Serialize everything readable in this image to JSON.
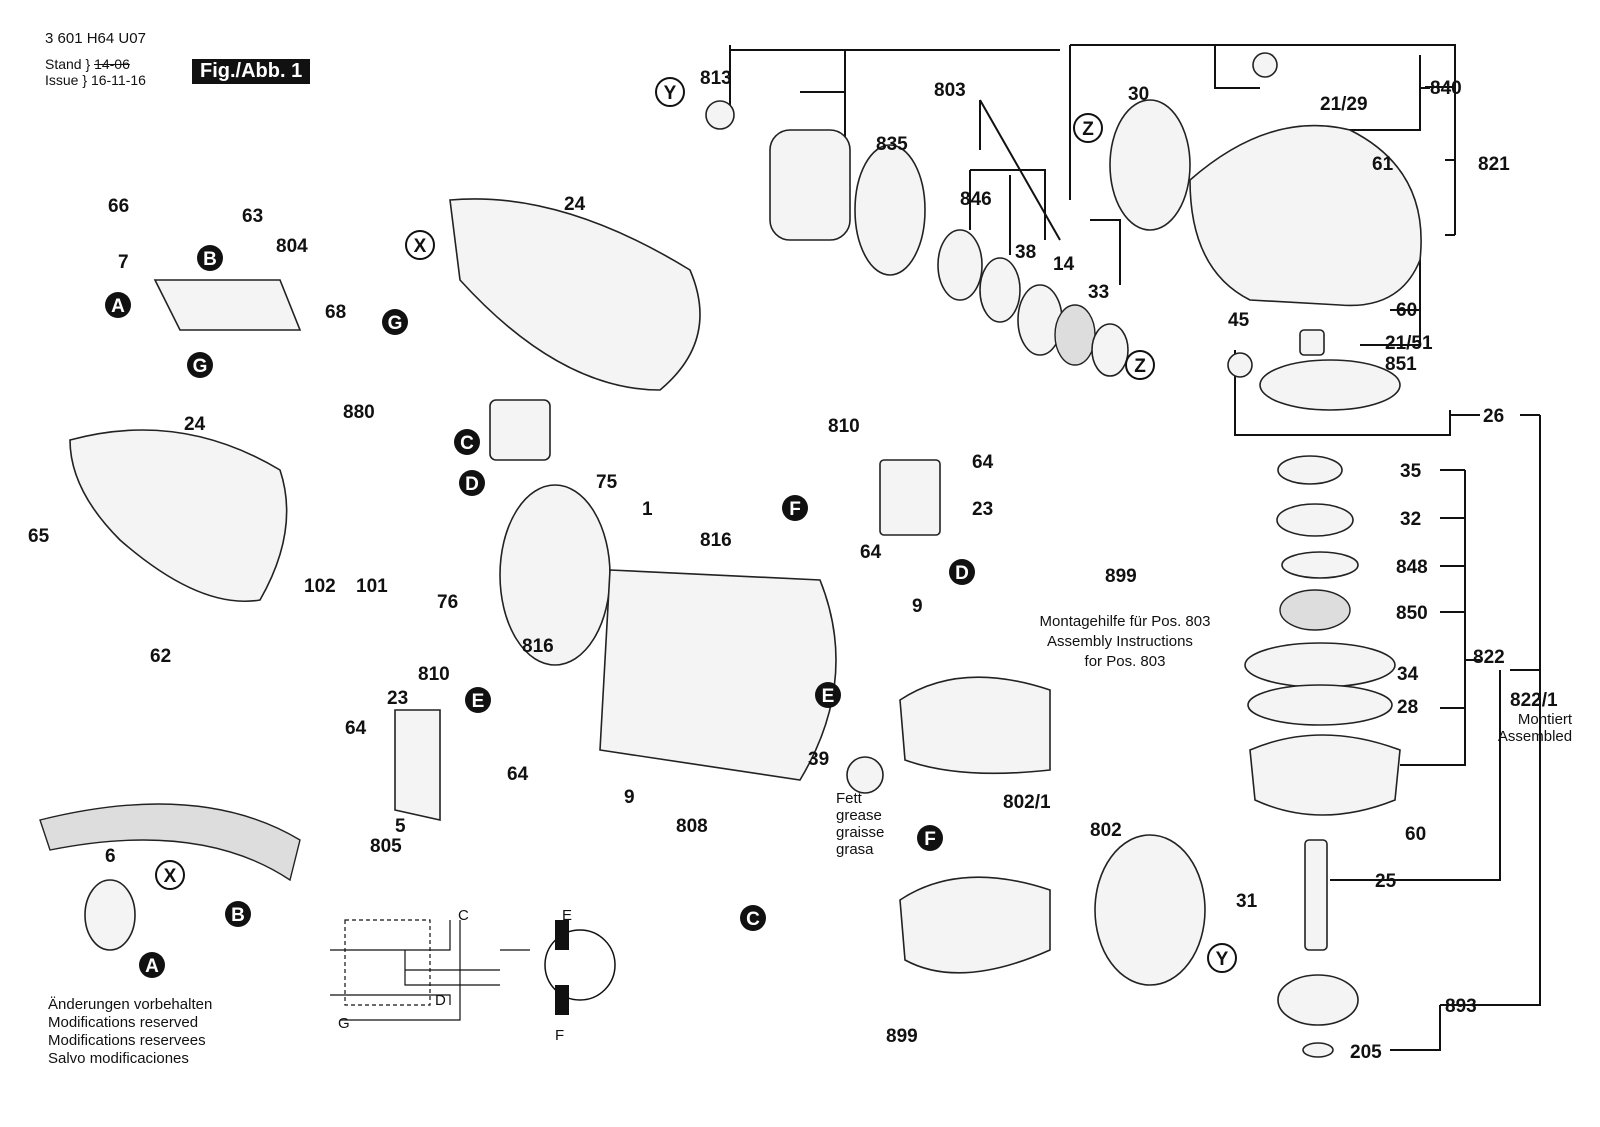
{
  "header": {
    "part_number": "3 601 H64 U07",
    "stand_label": "Stand",
    "issue_label": "Issue",
    "stand_value": "14-06",
    "issue_value": "16-11-16",
    "figure_label": "Fig./Abb. 1"
  },
  "connectors": [
    "A",
    "B",
    "C",
    "D",
    "E",
    "F",
    "G",
    "X",
    "Y",
    "Z"
  ],
  "labels": {
    "l813": "813",
    "l803": "803",
    "l30": "30",
    "l840": "840",
    "l21_29": "21/29",
    "l821": "821",
    "l835": "835",
    "l846": "846",
    "l38": "38",
    "l14": "14",
    "l33": "33",
    "l61": "61",
    "l60a": "60",
    "l21_51": "21/51",
    "l851": "851",
    "l45": "45",
    "l66": "66",
    "l63": "63",
    "l804": "804",
    "l7": "7",
    "l68": "68",
    "l24a": "24",
    "l24b": "24",
    "l880": "880",
    "l65": "65",
    "l102": "102",
    "l101": "101",
    "l62": "62",
    "l810a": "810",
    "l64a": "64",
    "l23a": "23",
    "l75": "75",
    "l1": "1",
    "l816a": "816",
    "l64b": "64",
    "l76": "76",
    "l9a": "9",
    "l899a": "899",
    "l26": "26",
    "l35": "35",
    "l32": "32",
    "l848": "848",
    "l850": "850",
    "l822": "822",
    "l34": "34",
    "l28": "28",
    "l822_1": "822/1",
    "l60b": "60",
    "l25": "25",
    "l893": "893",
    "l205": "205",
    "l816b": "816",
    "l810b": "810",
    "l23b": "23",
    "l64c": "64",
    "l64d": "64",
    "l5": "5",
    "l805": "805",
    "l6": "6",
    "l9b": "9",
    "l808": "808",
    "l39": "39",
    "l802_1": "802/1",
    "l802": "802",
    "l31": "31",
    "l899b": "899"
  },
  "notes": {
    "assembly_de": "Montagehilfe für Pos. 803",
    "assembly_en": "Assembly Instructions",
    "assembly_en2": "for Pos. 803",
    "montiert": "Montiert",
    "assembled": "Assembled",
    "grease": [
      "Fett",
      "grease",
      "graisse",
      "grasa"
    ]
  },
  "circuit": {
    "C": "C",
    "D": "D",
    "E": "E",
    "F": "F",
    "G": "G"
  },
  "footer": [
    "Änderungen vorbehalten",
    "Modifications reserved",
    "Modifications reservees",
    "Salvo modificaciones"
  ]
}
